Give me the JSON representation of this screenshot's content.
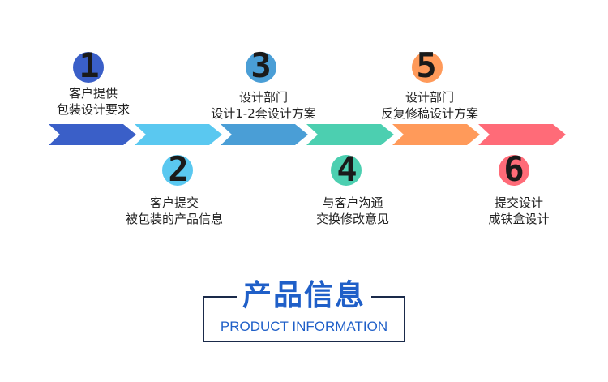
{
  "steps": [
    {
      "num": "1",
      "line1": "客户提供",
      "line2": "包装设计要求",
      "circle_color": "#3a5fc8",
      "arrow_color": "#3a5fc8"
    },
    {
      "num": "2",
      "line1": "客户提交",
      "line2": "被包装的产品信息",
      "circle_color": "#5ac8f0",
      "arrow_color": "#5ac8f0"
    },
    {
      "num": "3",
      "line1": "设计部门",
      "line2": "设计1-2套设计方案",
      "circle_color": "#4a9ed6",
      "arrow_color": "#4a9ed6"
    },
    {
      "num": "4",
      "line1": "与客户沟通",
      "line2": "交换修改意见",
      "circle_color": "#4ccfb0",
      "arrow_color": "#4ccfb0"
    },
    {
      "num": "5",
      "line1": "设计部门",
      "line2": "反复修稿设计方案",
      "circle_color": "#ff9a5a",
      "arrow_color": "#ff9a5a"
    },
    {
      "num": "6",
      "line1": "提交设计",
      "line2": "成铁盒设计",
      "circle_color": "#ff6b78",
      "arrow_color": "#ff6b78"
    }
  ],
  "title": {
    "cn": "产品信息",
    "en": "PRODUCT INFORMATION",
    "color": "#1f5fc8"
  }
}
